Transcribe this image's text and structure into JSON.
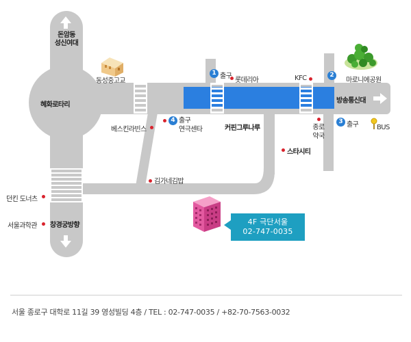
{
  "map": {
    "labels": {
      "north_road": "돈암동\n성신여대",
      "rotary": "혜화로타리",
      "south_road": "창경궁방향",
      "east_road": "방송통신대",
      "school": "동성중고교",
      "exit1": "출구",
      "lotteria": "롯데리아",
      "kfc": "KFC",
      "maronnier": "마로니에공원",
      "baskin": "베스킨라빈스",
      "exit4": "출구\n연극센타",
      "coffee": "커핀그루나루",
      "jongno": "종로\n약국",
      "exit3": "출구",
      "bus": "BUS",
      "starcity": "스타시티",
      "gimbap": "김가네김밥",
      "dunkin": "던킨 도너츠",
      "science": "서울과학관"
    },
    "exit_numbers": {
      "exit1": "1",
      "exit2": "2",
      "exit3": "3",
      "exit4": "4"
    },
    "callout": {
      "line1": "4F 극단서울",
      "line2": "02-747-0035"
    },
    "colors": {
      "road": "#c8c8c8",
      "subway": "#2b7fe0",
      "building": "#e35aa0",
      "callout": "#1e9fc1",
      "marker": "#d9232d",
      "badge": "#2a7fd4"
    }
  },
  "footer": {
    "address": "서울 종로구 대학로 11길 39 영성빌딩 4층  /  TEL : 02-747-0035  /  +82-70-7563-0032"
  }
}
